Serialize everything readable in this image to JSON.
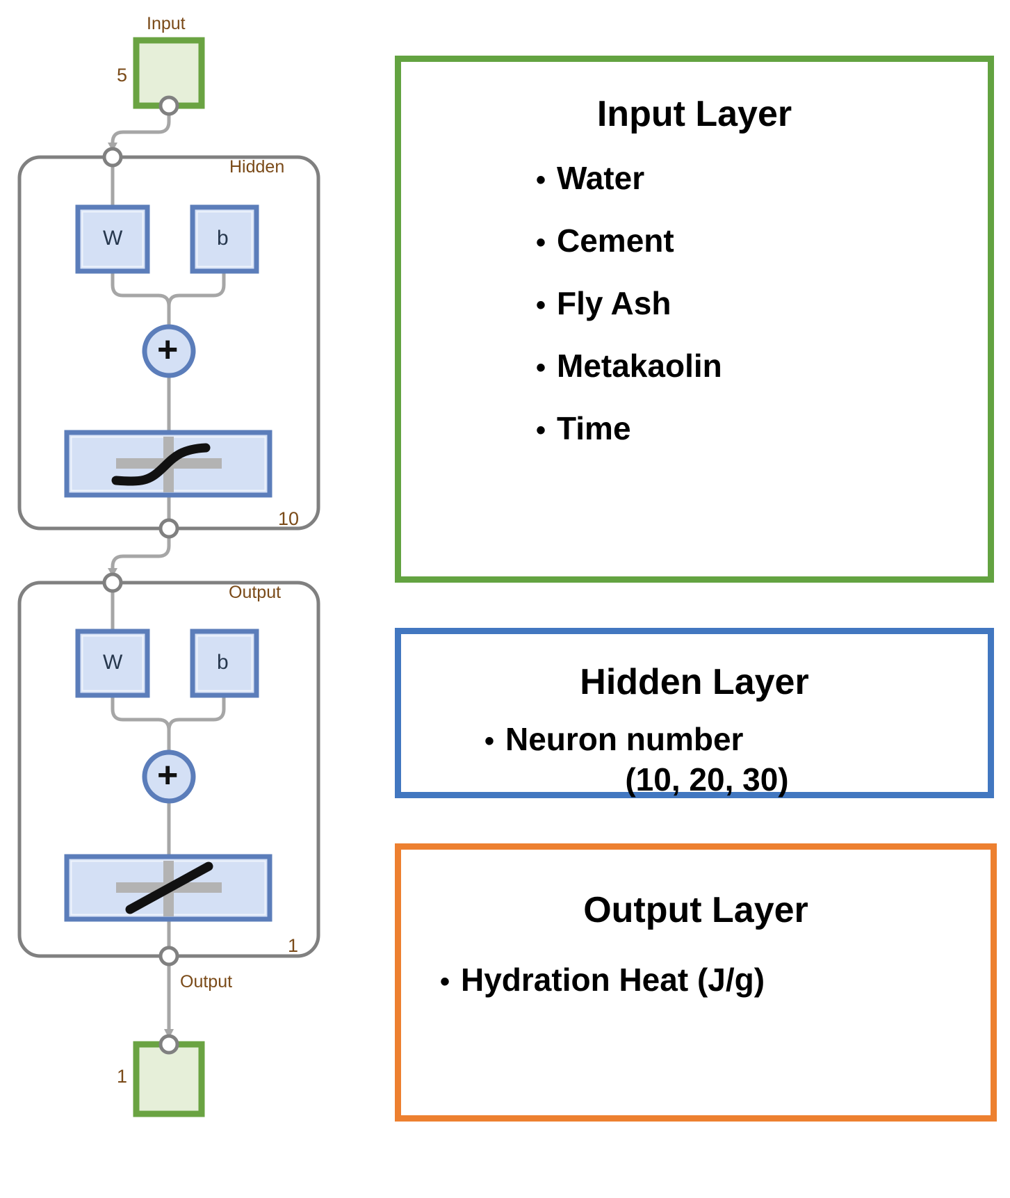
{
  "diagram": {
    "type": "neural-network-architecture",
    "input_node": {
      "name": "Input",
      "size": "5"
    },
    "blocks": [
      {
        "name": "Hidden",
        "weight_label": "W",
        "bias_label": "b",
        "sum_symbol": "+",
        "activation": "tanh-sigmoid",
        "output_size": "10"
      },
      {
        "name": "Output",
        "weight_label": "W",
        "bias_label": "b",
        "sum_symbol": "+",
        "activation": "linear",
        "output_size": "1"
      }
    ],
    "output_node": {
      "name": "Output",
      "size": "1"
    },
    "colors": {
      "io_block_border": "#6aa342",
      "io_block_fill": "#e6efd9",
      "op_block_border": "#5b7dba",
      "op_block_fill": "#d4e0f5",
      "wire": "#a6a6a6",
      "container_border": "#808080",
      "label_text": "#7a4a18"
    }
  },
  "legend": {
    "cards": [
      {
        "id": "input",
        "title": "Input Layer",
        "border_color": "#63a341",
        "items": [
          "Water",
          "Cement",
          "Fly Ash",
          "Metakaolin",
          "Time"
        ],
        "bullet": "•"
      },
      {
        "id": "hidden",
        "title": "Hidden Layer",
        "border_color": "#4277c0",
        "items": [
          "Neuron number"
        ],
        "subtext": "(10, 20, 30)",
        "bullet": "•"
      },
      {
        "id": "output",
        "title": "Output Layer",
        "border_color": "#ed8030",
        "items": [
          "Hydration Heat (J/g)"
        ],
        "bullet": "•"
      }
    ]
  }
}
